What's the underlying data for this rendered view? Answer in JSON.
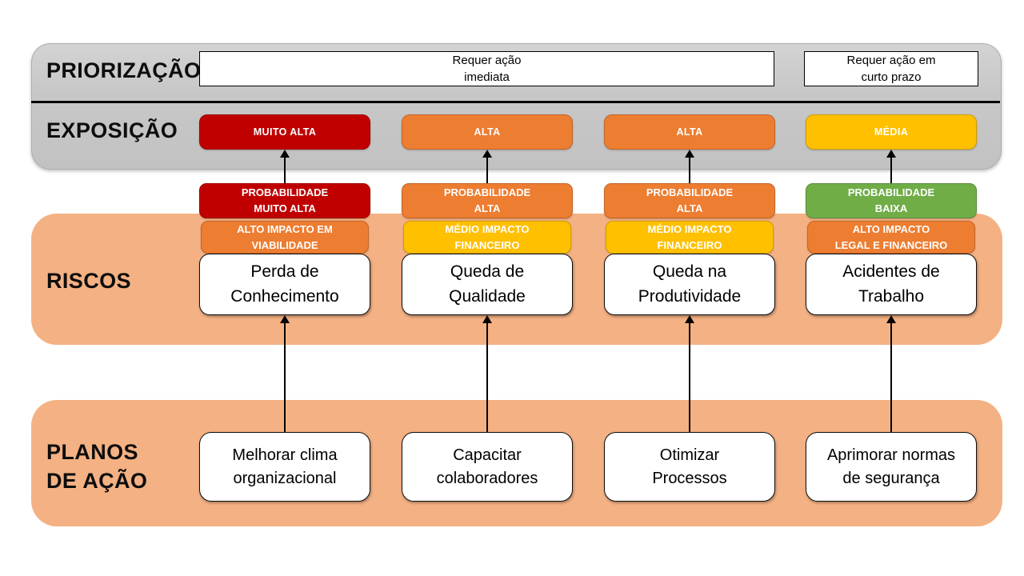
{
  "palette": {
    "very_high_red": "#C00000",
    "high_orange": "#ED7D31",
    "medium_gold": "#FFC000",
    "low_green": "#70AD47",
    "band_peach": "#F4B183",
    "band_gray": "#C7C7C7"
  },
  "prioritization": {
    "label": "PRIORIZAÇÃO",
    "boxes": [
      {
        "text": "Requer ação\nimediata"
      },
      {
        "text": "Requer ação em\ncurto prazo"
      }
    ]
  },
  "exposition": {
    "label": "EXPOSIÇÃO",
    "levels": [
      {
        "text": "MUITO ALTA",
        "tone": "red"
      },
      {
        "text": "ALTA",
        "tone": "orange"
      },
      {
        "text": "ALTA",
        "tone": "orange"
      },
      {
        "text": "MÉDIA",
        "tone": "gold"
      }
    ]
  },
  "risks": {
    "label": "RISCOS",
    "items": [
      {
        "probability": {
          "text": "PROBABILIDADE\nMUITO ALTA",
          "tone": "red"
        },
        "impact": {
          "text": "ALTO IMPACTO EM\nVIABILIDADE",
          "tone": "orange"
        },
        "name": "Perda de\nConhecimento"
      },
      {
        "probability": {
          "text": "PROBABILIDADE\nALTA",
          "tone": "orange"
        },
        "impact": {
          "text": "MÉDIO IMPACTO\nFINANCEIRO",
          "tone": "gold"
        },
        "name": "Queda de\nQualidade"
      },
      {
        "probability": {
          "text": "PROBABILIDADE\nALTA",
          "tone": "orange"
        },
        "impact": {
          "text": "MÉDIO IMPACTO\nFINANCEIRO",
          "tone": "gold"
        },
        "name": "Queda na\nProdutividade"
      },
      {
        "probability": {
          "text": "PROBABILIDADE\nBAIXA",
          "tone": "green"
        },
        "impact": {
          "text": "ALTO IMPACTO\nLEGAL E FINANCEIRO",
          "tone": "orange"
        },
        "name": "Acidentes de\nTrabalho"
      }
    ]
  },
  "action_plans": {
    "label": "PLANOS\nDE AÇÃO",
    "items": [
      {
        "name": "Melhorar clima\norganizacional"
      },
      {
        "name": "Capacitar\ncolaboradores"
      },
      {
        "name": "Otimizar\nProcessos"
      },
      {
        "name": "Aprimorar normas\nde segurança"
      }
    ]
  }
}
